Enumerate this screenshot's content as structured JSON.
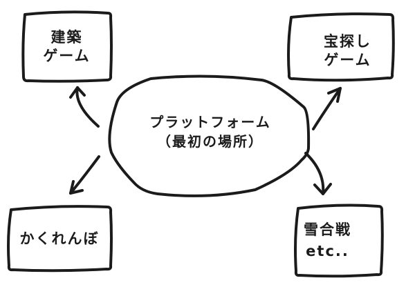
{
  "diagram": {
    "title_hint": "hand-drawn game platform map",
    "colors": {
      "ink": "#1b1b1b",
      "background": "#ffffff"
    },
    "center_node": {
      "lines": [
        "プラットフォーム",
        "（最初の場所）"
      ]
    },
    "nodes": [
      {
        "id": "building-game",
        "lines": [
          "建築",
          "ゲーム"
        ]
      },
      {
        "id": "treasure-hunt-game",
        "lines": [
          "宝探し",
          "ゲーム"
        ]
      },
      {
        "id": "hide-and-seek",
        "lines": [
          "かくれんぼ"
        ]
      },
      {
        "id": "snowball-fight",
        "lines": [
          "雪合戦",
          "etc.."
        ]
      }
    ]
  }
}
